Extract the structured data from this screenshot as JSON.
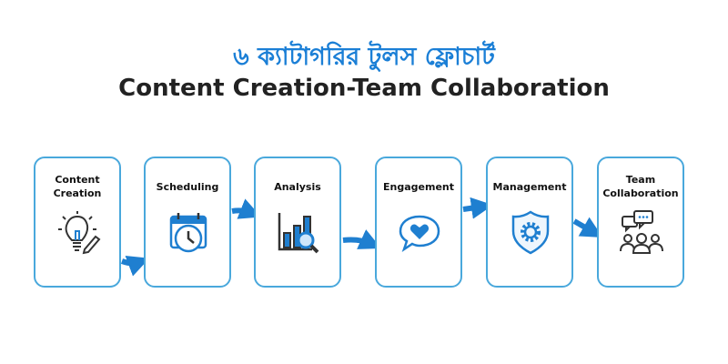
{
  "title_bn": "৬ ক্যাটাগরির টুলস ফ্লোচার্ট",
  "title_en": "Content Creation-Team Collaboration",
  "steps": [
    {
      "label": "Content Creation",
      "icon": "lightbulb-pencil-icon"
    },
    {
      "label": "Scheduling",
      "icon": "calendar-clock-icon"
    },
    {
      "label": "Analysis",
      "icon": "bar-chart-magnifier-icon"
    },
    {
      "label": "Engagement",
      "icon": "heart-speech-bubble-icon"
    },
    {
      "label": "Management",
      "icon": "shield-gear-icon"
    },
    {
      "label": "Team Collaboration",
      "icon": "team-chat-icon"
    }
  ],
  "colors": {
    "accent": "#1b7fd6",
    "border": "#49a8dc",
    "arrow": "#1f7fd0"
  }
}
